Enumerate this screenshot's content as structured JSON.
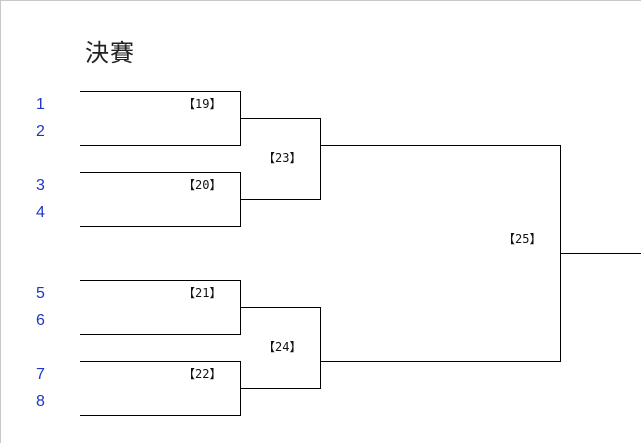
{
  "title": "決賽",
  "seeds": [
    "1",
    "2",
    "3",
    "4",
    "5",
    "6",
    "7",
    "8"
  ],
  "matches": {
    "m19": "【19】",
    "m20": "【20】",
    "m21": "【21】",
    "m22": "【22】",
    "m23": "【23】",
    "m24": "【24】",
    "m25": "【25】"
  },
  "colors": {
    "seed_text": "#1f35c8",
    "bracket_line": "#000000",
    "frame": "#c8c8c8"
  }
}
